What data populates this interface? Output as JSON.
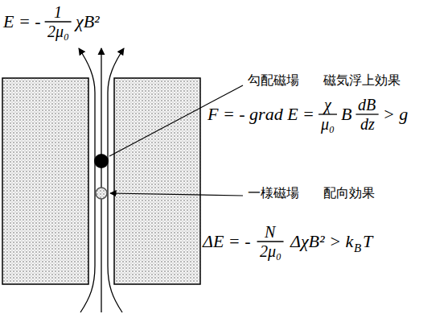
{
  "diagram": {
    "labels": [
      "E = -",
      "1",
      "2μ₀",
      "χB²",
      "勾配磁場",
      "磁気浮上効果",
      "F = - grad E =",
      "χ",
      "μ₀",
      "B",
      "dB",
      "dz",
      "> g",
      "一様磁場",
      "配向効果",
      "ΔE = -",
      "N",
      "2μ₀",
      "ΔχB² > k",
      "B",
      "T"
    ]
  }
}
